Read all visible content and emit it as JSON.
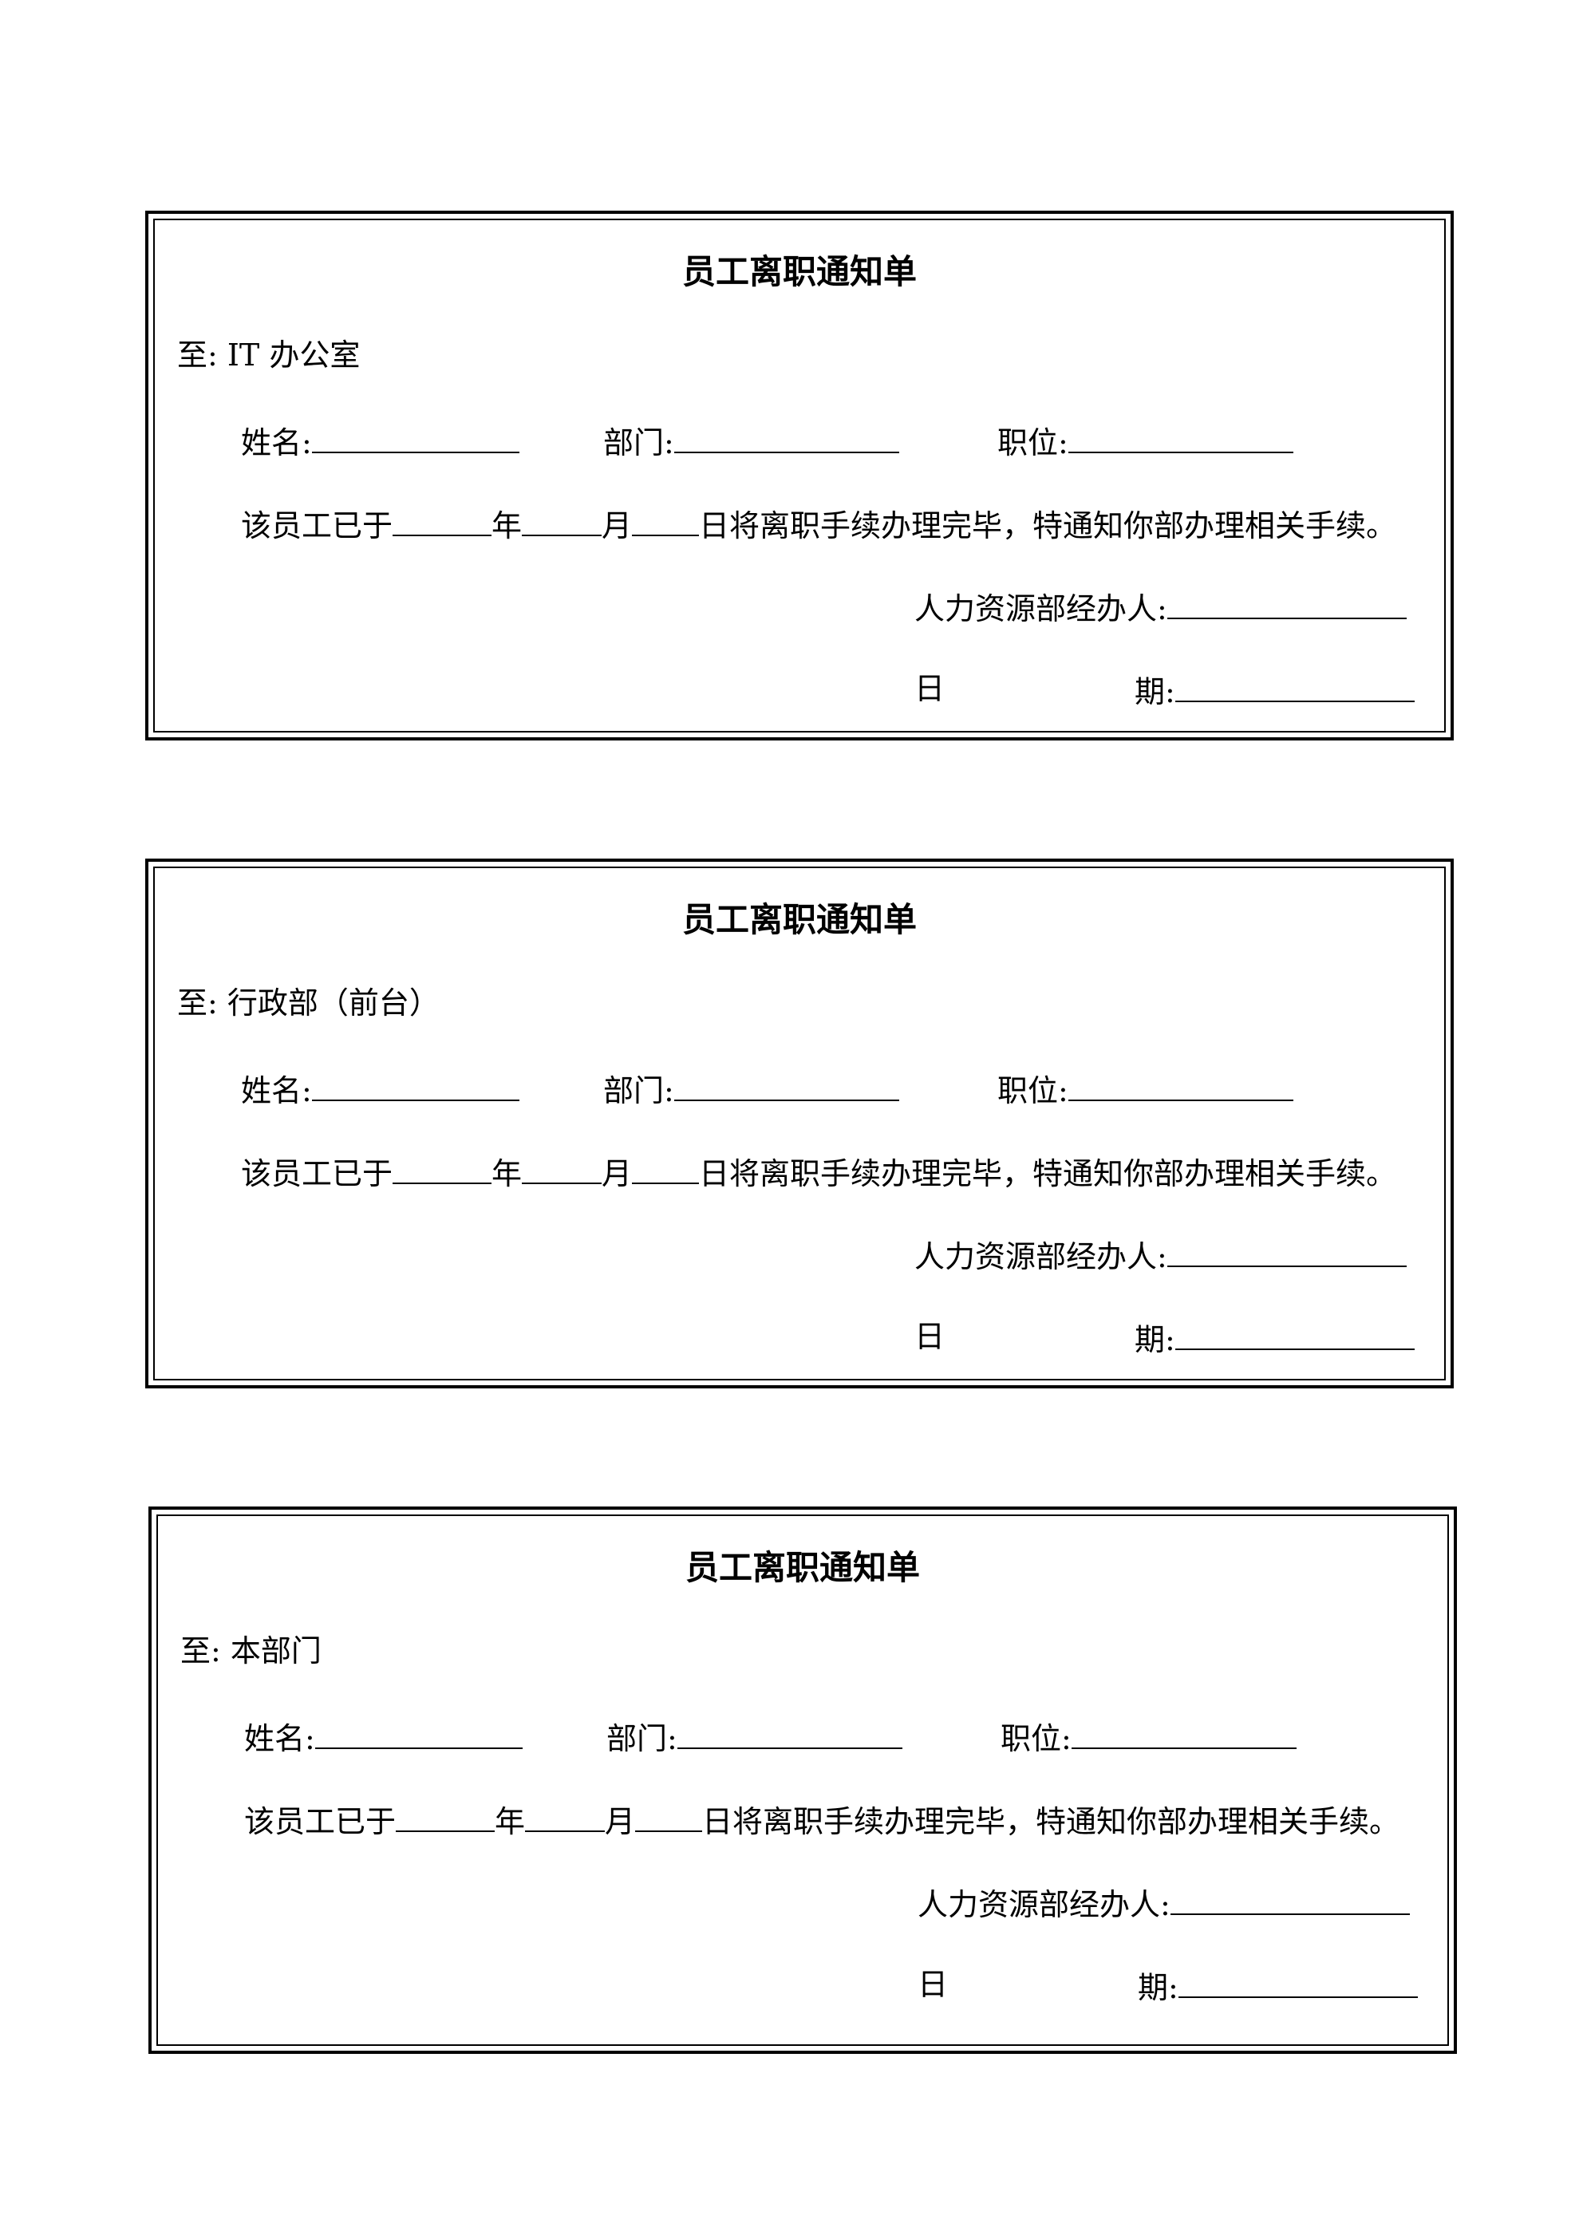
{
  "forms": [
    {
      "title": "员工离职通知单",
      "to_label": "至:",
      "to_value": "IT 办公室"
    },
    {
      "title": "员工离职通知单",
      "to_label": "至:",
      "to_value": "行政部（前台）"
    },
    {
      "title": "员工离职通知单",
      "to_label": "至:",
      "to_value": "本部门"
    }
  ],
  "labels": {
    "name": "姓名:",
    "department": "部门:",
    "position": "职位:",
    "notice_prefix": "该员工已于",
    "year": "年",
    "month": "月",
    "notice_suffix": "日将离职手续办理完毕，特通知你部办理相关手续。",
    "hr_handler": "人力资源部经办人:",
    "date_char_1": "日",
    "date_char_2": "期:"
  }
}
